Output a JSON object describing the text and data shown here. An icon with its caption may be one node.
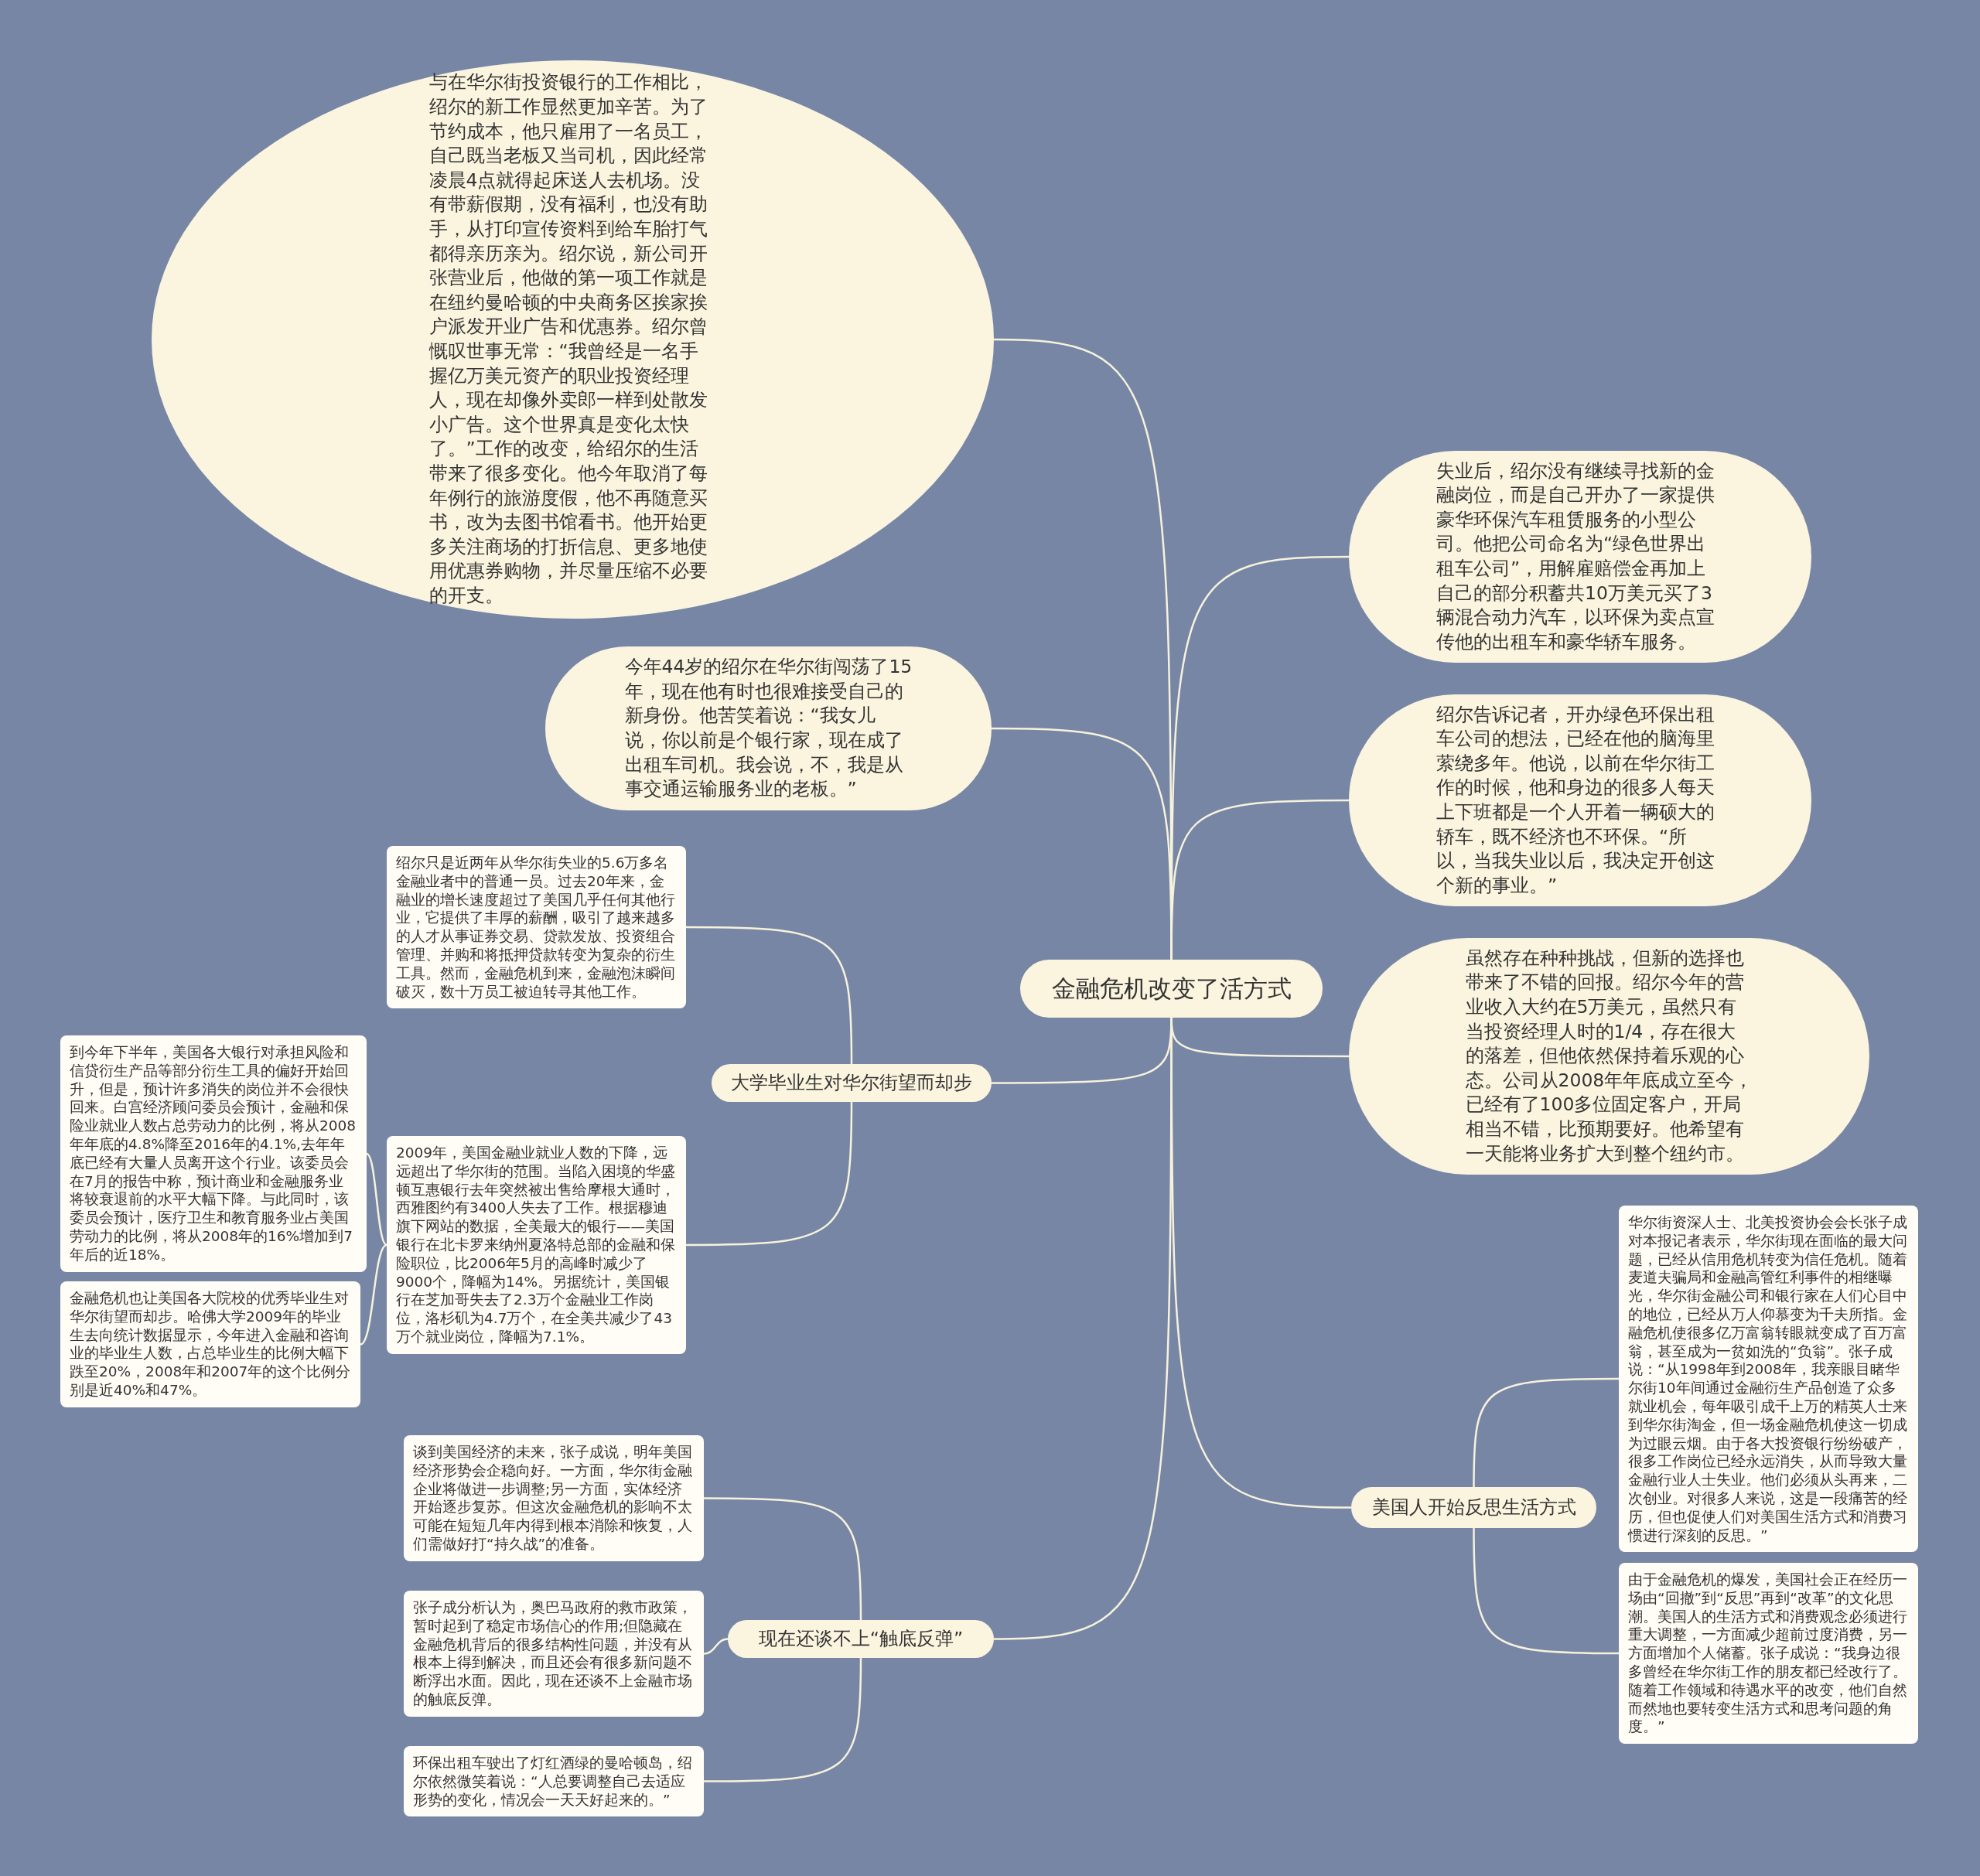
{
  "diagram": {
    "nodes": [
      {
        "text": [
          "金融危机改变了活方式"
        ]
      },
      {
        "text": [
          "与在华尔街投资银行的工作相比，绍尔的新工作显然更加辛苦。为了节约成本，他只雇用了一名员工，自己既当老板又当司机，因此经常凌晨4点就得起床送人去机场。没有带薪假期，没有福利，也没有助手，从打印宣传资料到给车胎打气都得亲历亲为。绍尔说，新公司开张营业后，他做的第一项工作就是在纽约曼哈顿的中央商务区挨家挨户派发开业广告和优惠券。绍尔曾慨叹世事无常：“我曾经是一名手握亿万美元资产的职业投资经理人，现在却像外卖郎一样到处散发小广告。这个世界真是变化太快了。”工作的改变，给绍尔的生活带来了很多变化。他今年取消了每年例行的旅游度假，他不再随意买书，改为去图书馆看书。他开始更多关注商场的打折信息、更多地使用优惠券购物，并尽量压缩不必要的开支。"
        ]
      },
      {
        "text": [
          "今年44岁的绍尔在华尔街闯荡了15年，现在他有时也很难接受自己的新身份。他苦笑着说：“我女儿说，你以前是个银行家，现在成了出租车司机。我会说，不，我是从事交通运输服务业的老板。”"
        ]
      },
      {
        "text": [
          "失业后，绍尔没有继续寻找新的金融岗位，而是自己开办了一家提供豪华环保汽车租赁服务的小型公司。他把公司命名为“绿色世界出租车公司”，用解雇赔偿金再加上自己的部分积蓄共10万美元买了3辆混合动力汽车，以环保为卖点宣传他的出租车和豪华轿车服务。"
        ]
      },
      {
        "text": [
          "绍尔告诉记者，开办绿色环保出租车公司的想法，已经在他的脑海里萦绕多年。他说，以前在华尔街工作的时候，他和身边的很多人每天上下班都是一个人开着一辆硕大的轿车，既不经济也不环保。“所以，当我失业以后，我决定开创这个新的事业。”"
        ]
      },
      {
        "text": [
          "虽然存在种种挑战，但新的选择也带来了不错的回报。绍尔今年的营业收入大约在5万美元，虽然只有当投资经理人时的1/4，存在很大的落差，但他依然保持着乐观的心态。公司从2008年年底成立至今，已经有了100多位固定客户，开局相当不错，比预期要好。他希望有一天能将业务扩大到整个纽约市。"
        ]
      },
      {
        "text": [
          "大学毕业生对华尔街望而却步"
        ]
      },
      {
        "text": [
          "绍尔只是近两年从华尔街失业的5.6万多名金融业者中的普通一员。过去20年来，金融业的增长速度超过了美国几乎任何其他行业，它提供了丰厚的薪酬，吸引了越来越多的人才从事证券交易、贷款发放、投资组合管理、并购和将抵押贷款转变为复杂的衍生工具。然而，金融危机到来，金融泡沫瞬间破灭，数十万员工被迫转寻其他工作。"
        ]
      },
      {
        "text": [
          "2009年，美国金融业就业人数的下降，远远超出了华尔街的范围。当陷入困境的华盛顿互惠银行去年突然被出售给摩根大通时，西雅图约有3400人失去了工作。根据穆迪旗下网站的数据，全美最大的银行——美国银行在北卡罗来纳州夏洛特总部的金融和保险职位，比2006年5月的高峰时减少了9000个，降幅为14%。另据统计，美国银行在芝加哥失去了2.3万个金融业工作岗位，洛杉矶为4.7万个，在全美共减少了43万个就业岗位，降幅为7.1%。"
        ]
      },
      {
        "text": [
          "到今年下半年，美国各大银行对承担风险和信贷衍生产品等部分衍生工具的偏好开始回升，但是，预计许多消失的岗位并不会很快回来。白宫经济顾问委员会预计，金融和保险业就业人数占总劳动力的比例，将从2008年年底的4.8%降至2016年的4.1%,去年年底已经有大量人员离开这个行业。该委员会在7月的报告中称，预计商业和金融服务业将较衰退前的水平大幅下降。与此同时，该委员会预计，医疗卫生和教育服务业占美国劳动力的比例，将从2008年的16%增加到7年后的近18%。"
        ]
      },
      {
        "text": [
          "金融危机也让美国各大院校的优秀毕业生对华尔街望而却步。哈佛大学2009年的毕业生去向统计数据显示，今年进入金融和咨询业的毕业生人数，占总毕业生的比例大幅下跌至20%，2008年和2007年的这个比例分别是近40%和47%。"
        ]
      },
      {
        "text": [
          "现在还谈不上“触底反弹”"
        ]
      },
      {
        "text": [
          "谈到美国经济的未来，张子成说，明年美国经济形势会企稳向好。一方面，华尔街金融企业将做进一步调整;另一方面，实体经济开始逐步复苏。但这次金融危机的影响不太可能在短短几年内得到根本消除和恢复，人们需做好打“持久战”的准备。"
        ]
      },
      {
        "text": [
          "张子成分析认为，奥巴马政府的救市政策，暂时起到了稳定市场信心的作用;但隐藏在金融危机背后的很多结构性问题，并没有从根本上得到解决，而且还会有很多新问题不断浮出水面。因此，现在还谈不上金融市场的触底反弹。"
        ]
      },
      {
        "text": [
          "环保出租车驶出了灯红酒绿的曼哈顿岛，绍尔依然微笑着说：“人总要调整自己去适应形势的变化，情况会一天天好起来的。”"
        ]
      },
      {
        "text": [
          "美国人开始反思生活方式"
        ]
      },
      {
        "text": [
          "华尔街资深人士、北美投资协会会长张子成对本报记者表示，华尔街现在面临的最大问题，已经从信用危机转变为信任危机。随着麦道夫骗局和金融高管红利事件的相继曝光，华尔街金融公司和银行家在人们心目中的地位，已经从万人仰慕变为千夫所指。金融危机使很多亿万富翁转眼就变成了百万富翁，甚至成为一贫如洗的“负翁”。张子成说：“从1998年到2008年，我亲眼目睹华尔街10年间通过金融衍生产品创造了众多就业机会，每年吸引成千上万的精英人士来到华尔街淘金，但一场金融危机使这一切成为过眼云烟。由于各大投资银行纷纷破产，很多工作岗位已经永远消失，从而导致大量金融行业人士失业。他们必须从头再来，二次创业。对很多人来说，这是一段痛苦的经历，但也促使人们对美国生活方式和消费习惯进行深刻的反思。”"
        ]
      },
      {
        "text": [
          "由于金融危机的爆发，美国社会正在经历一场由“回撤”到“反思”再到“改革”的文化思潮。美国人的生活方式和消费观念必须进行重大调整，一方面减少超前过度消费，另一方面增加个人储蓄。张子成说：“我身边很多曾经在华尔街工作的朋友都已经改行了。随着工作领域和待遇水平的改变，他们自然而然地也要转变生活方式和思考问题的角度。”"
        ]
      }
    ],
    "edges": [
      {
        "from": 0,
        "to": 1,
        "arrow": "none"
      },
      {
        "from": 0,
        "to": 2,
        "arrow": "none"
      },
      {
        "from": 0,
        "to": 3,
        "arrow": "none"
      },
      {
        "from": 0,
        "to": 4,
        "arrow": "none"
      },
      {
        "from": 0,
        "to": 5,
        "arrow": "none"
      },
      {
        "from": 0,
        "to": 6,
        "arrow": "none"
      },
      {
        "from": 6,
        "to": 7,
        "arrow": "none"
      },
      {
        "from": 6,
        "to": 8,
        "arrow": "none"
      },
      {
        "from": 8,
        "to": 9,
        "arrow": "none"
      },
      {
        "from": 8,
        "to": 10,
        "arrow": "none"
      },
      {
        "from": 0,
        "to": 11,
        "arrow": "none"
      },
      {
        "from": 11,
        "to": 12,
        "arrow": "none"
      },
      {
        "from": 11,
        "to": 13,
        "arrow": "none"
      },
      {
        "from": 11,
        "to": 14,
        "arrow": "none"
      },
      {
        "from": 0,
        "to": 15,
        "arrow": "none"
      },
      {
        "from": 15,
        "to": 16,
        "arrow": "none"
      },
      {
        "from": 15,
        "to": 17,
        "arrow": "none"
      }
    ]
  }
}
